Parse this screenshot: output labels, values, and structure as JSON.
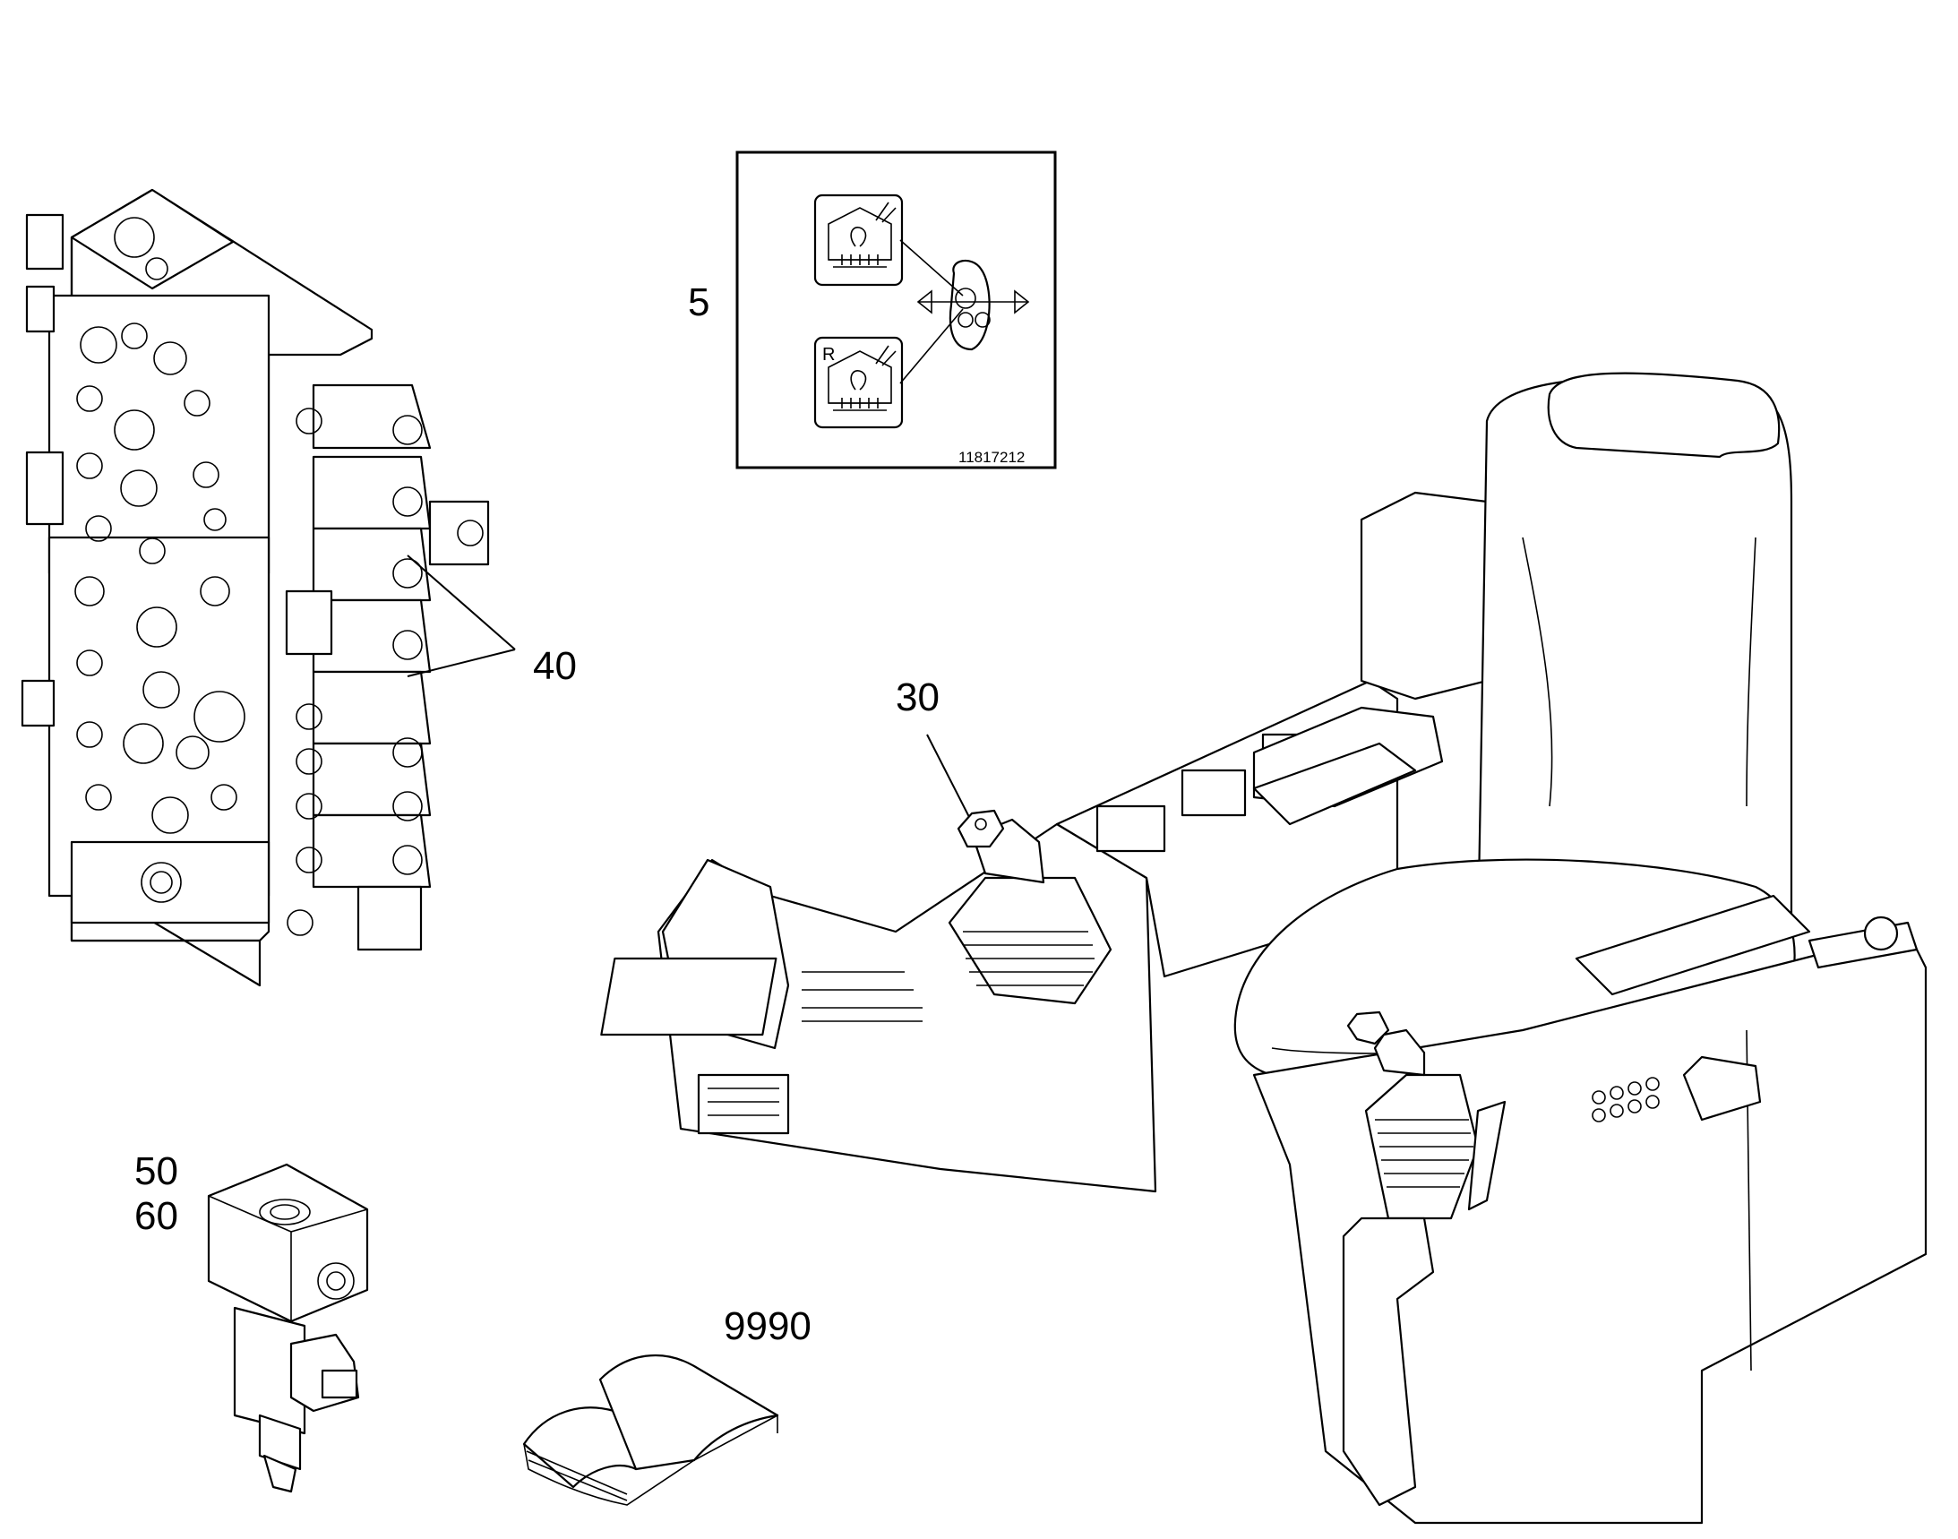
{
  "callouts": {
    "c5": "5",
    "c30": "30",
    "c40": "40",
    "c50": "50",
    "c60": "60",
    "c9990": "9990"
  },
  "inset": {
    "figure_number": "11817212",
    "upper_symbol": "boom-float-icon",
    "lower_symbol": "boom-float-reset-icon",
    "lower_symbol_letter": "R",
    "switch": "rocker-switch-icon"
  },
  "components": {
    "control_valve": "control-valve-block",
    "solenoid_valve": "solenoid-valve",
    "manual": "manual-book-icon",
    "operator_station": "operator-seat-and-consoles"
  }
}
